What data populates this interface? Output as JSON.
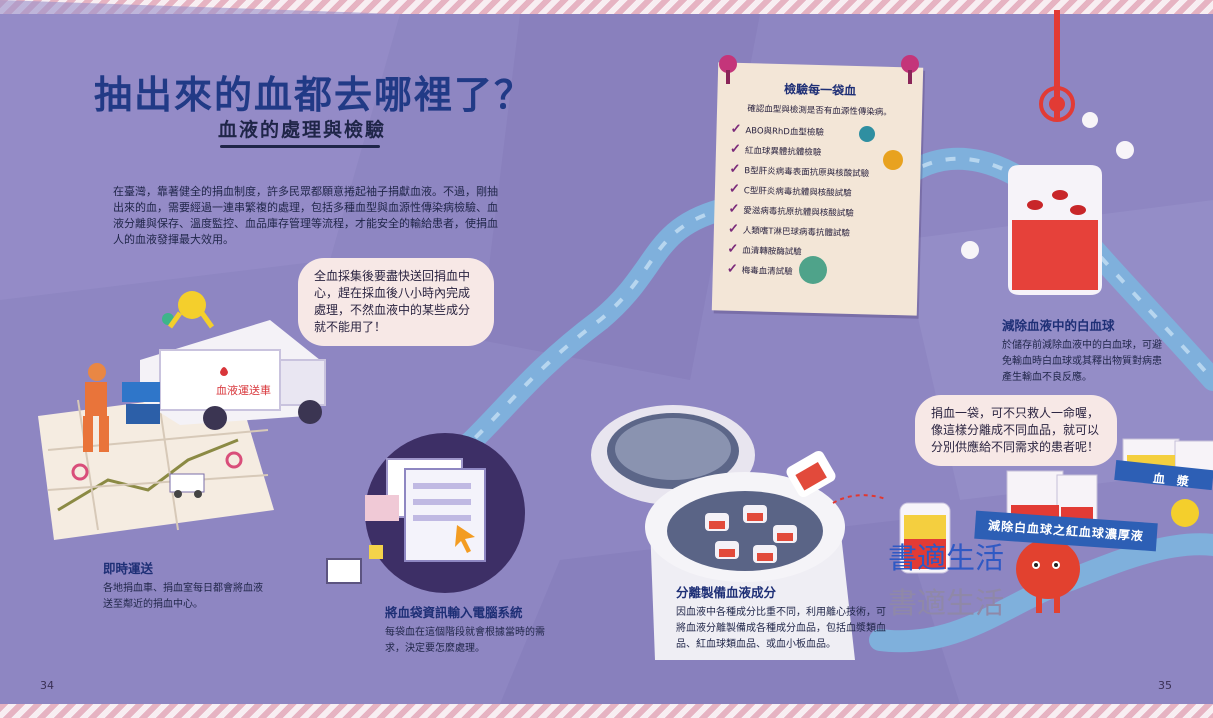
{
  "header": {
    "title": "抽出來的血都去哪裡了？",
    "subtitle": "血液的處理與檢驗"
  },
  "intro": "在臺灣，靠著健全的捐血制度，許多民眾都願意捲起袖子捐獻血液。不過，剛抽出來的血，需要經過一連串繁複的處理，包括多種血型與血源性傳染病檢驗、血液分離與保存、溫度監控、血品庫存管理等流程，才能安全的輸給患者，使捐血人的血液發揮最大效用。",
  "bubbles": {
    "transport": "全血採集後要盡快送回捐血中心，趕在採血後八小時內完成處理，不然血液中的某些成分就不能用了！",
    "one_bag": "捐血一袋，可不只救人一命喔，像這樣分離成不同血品，就可以分別供應給不同需求的患者呢！"
  },
  "steps": {
    "transport": {
      "title": "即時運送",
      "text": "各地捐血車、捐血室每日都會將血液送至鄰近的捐血中心。"
    },
    "computer": {
      "title": "將血袋資訊輸入電腦系統",
      "text": "每袋血在這個階段就會根據當時的需求，決定要怎麼處理。"
    },
    "separate": {
      "title": "分離製備血液成分",
      "text": "因血液中各種成分比重不同，利用離心技術，可將血液分離製備成各種成分血品，包括血漿類血品、紅血球類血品、或血小板血品。"
    },
    "wbc": {
      "title": "減除血液中的白血球",
      "text": "於儲存前減除血液中的白血球，可避免輸血時白血球或其釋出物質對病患產生輸血不良反應。"
    }
  },
  "checklist": {
    "title": "檢驗每一袋血",
    "subtitle": "確認血型與檢測是否有血源性傳染病。",
    "items": [
      "ABO與RhD血型檢驗",
      "紅血球異體抗體檢驗",
      "B型肝炎病毒表面抗原與核酸試驗",
      "C型肝炎病毒抗體與核酸試驗",
      "愛滋病毒抗原抗體與核酸試驗",
      "人類嗜T淋巴球病毒抗體試驗",
      "血清轉胺酶試驗",
      "梅毒血清試驗"
    ]
  },
  "truck_label": "血液運送車",
  "banner": "減除白血球之紅血球濃厚液",
  "blood_label": "血　漿",
  "watermark": "書適生活",
  "page_numbers": {
    "left": "34",
    "right": "35"
  },
  "colors": {
    "background": "#8e86c2",
    "title": "#213a86",
    "path": "#7fb0dc",
    "blood": "#e23b35",
    "paper": "#f3e6d7"
  }
}
